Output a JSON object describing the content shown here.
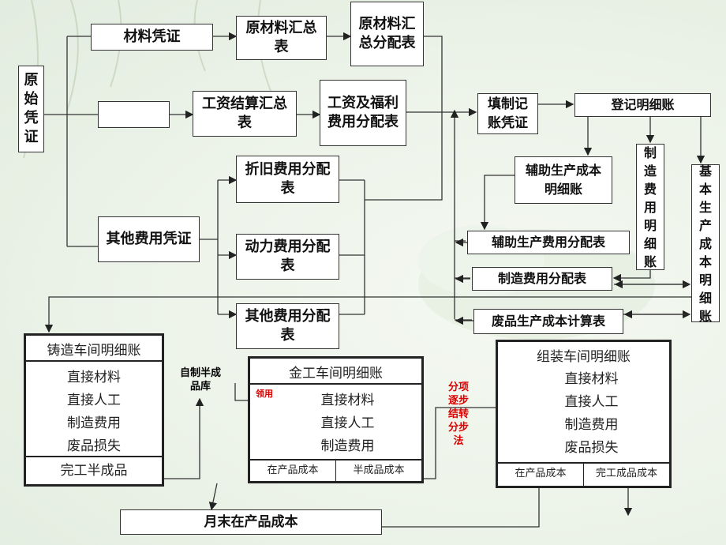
{
  "source": "原始凭证",
  "vouchers": {
    "material": "材料凭证",
    "wage": "",
    "other": "其他费用凭证"
  },
  "summaries": {
    "material_summary": "原材料汇总表",
    "material_allocation": "原材料汇总分配表",
    "wage_summary": "工资结算汇总表",
    "wage_welfare": "工资及福利费用分配表",
    "depreciation": "折旧费用分配表",
    "power": "动力费用分配表",
    "other_alloc": "其他费用分配表"
  },
  "accounting": {
    "journal": "填制记账凭证",
    "register": "登记明细账",
    "aux_detail": "辅助生产成本明细账",
    "mfg_detail": "制造费用明细账",
    "basic_detail": "基本生产成本明细账",
    "aux_alloc": "辅助生产费用分配表",
    "mfg_alloc": "制造费用分配表",
    "scrap_calc": "废品生产成本计算表"
  },
  "workshops": {
    "casting": {
      "title": "铸造车间明细账",
      "rows": [
        "直接材料",
        "直接人工",
        "制造费用",
        "废品损失"
      ],
      "footer": "完工半成品"
    },
    "metal": {
      "title": "金工车间明细账",
      "rows": [
        "直接材料",
        "直接人工",
        "制造费用"
      ],
      "footer_left": "在产品成本",
      "footer_right": "半成品成本"
    },
    "assembly": {
      "title": "组装车间明细账",
      "rows": [
        "直接材料",
        "直接人工",
        "制造费用",
        "废品损失"
      ],
      "footer_left": "在产品成本",
      "footer_right": "完工成品成本"
    }
  },
  "notes": {
    "self_made": "自制半成品库",
    "receive": "领用",
    "method": "分项逐步结转分步法"
  },
  "month_end": "月末在产品成本"
}
